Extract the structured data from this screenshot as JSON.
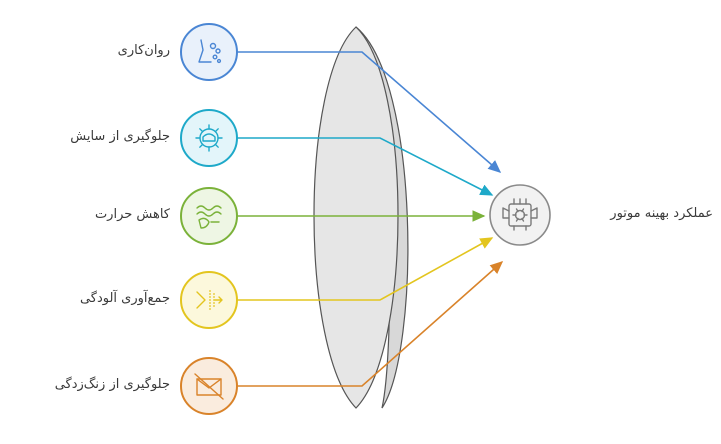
{
  "inputs": [
    {
      "label": "روان‌کاری",
      "color": "#4a86d4",
      "fill": "#e9f1fb",
      "icon": "lubrication-droplets-icon"
    },
    {
      "label": "جلوگیری از سایش",
      "color": "#1ea9c9",
      "fill": "#e3f5fa",
      "icon": "gear-cog-icon"
    },
    {
      "label": "کاهش حرارت",
      "color": "#7bb23a",
      "fill": "#eef6e4",
      "icon": "heat-waves-icon"
    },
    {
      "label": "جمع‌آوری آلودگی",
      "color": "#e3c51f",
      "fill": "#fcf8dc",
      "icon": "filter-funnel-icon"
    },
    {
      "label": "جلوگیری از زنگ‌زدگی",
      "color": "#d9832a",
      "fill": "#faecde",
      "icon": "no-rust-crossed-icon"
    }
  ],
  "output": {
    "label": "عملکرد بهینه موتور",
    "color": "#8a8a8a",
    "fill": "#f2f2f2",
    "icon": "engine-gear-icon"
  },
  "lens_color": "#e6e6e6",
  "lens_stroke": "#555555"
}
